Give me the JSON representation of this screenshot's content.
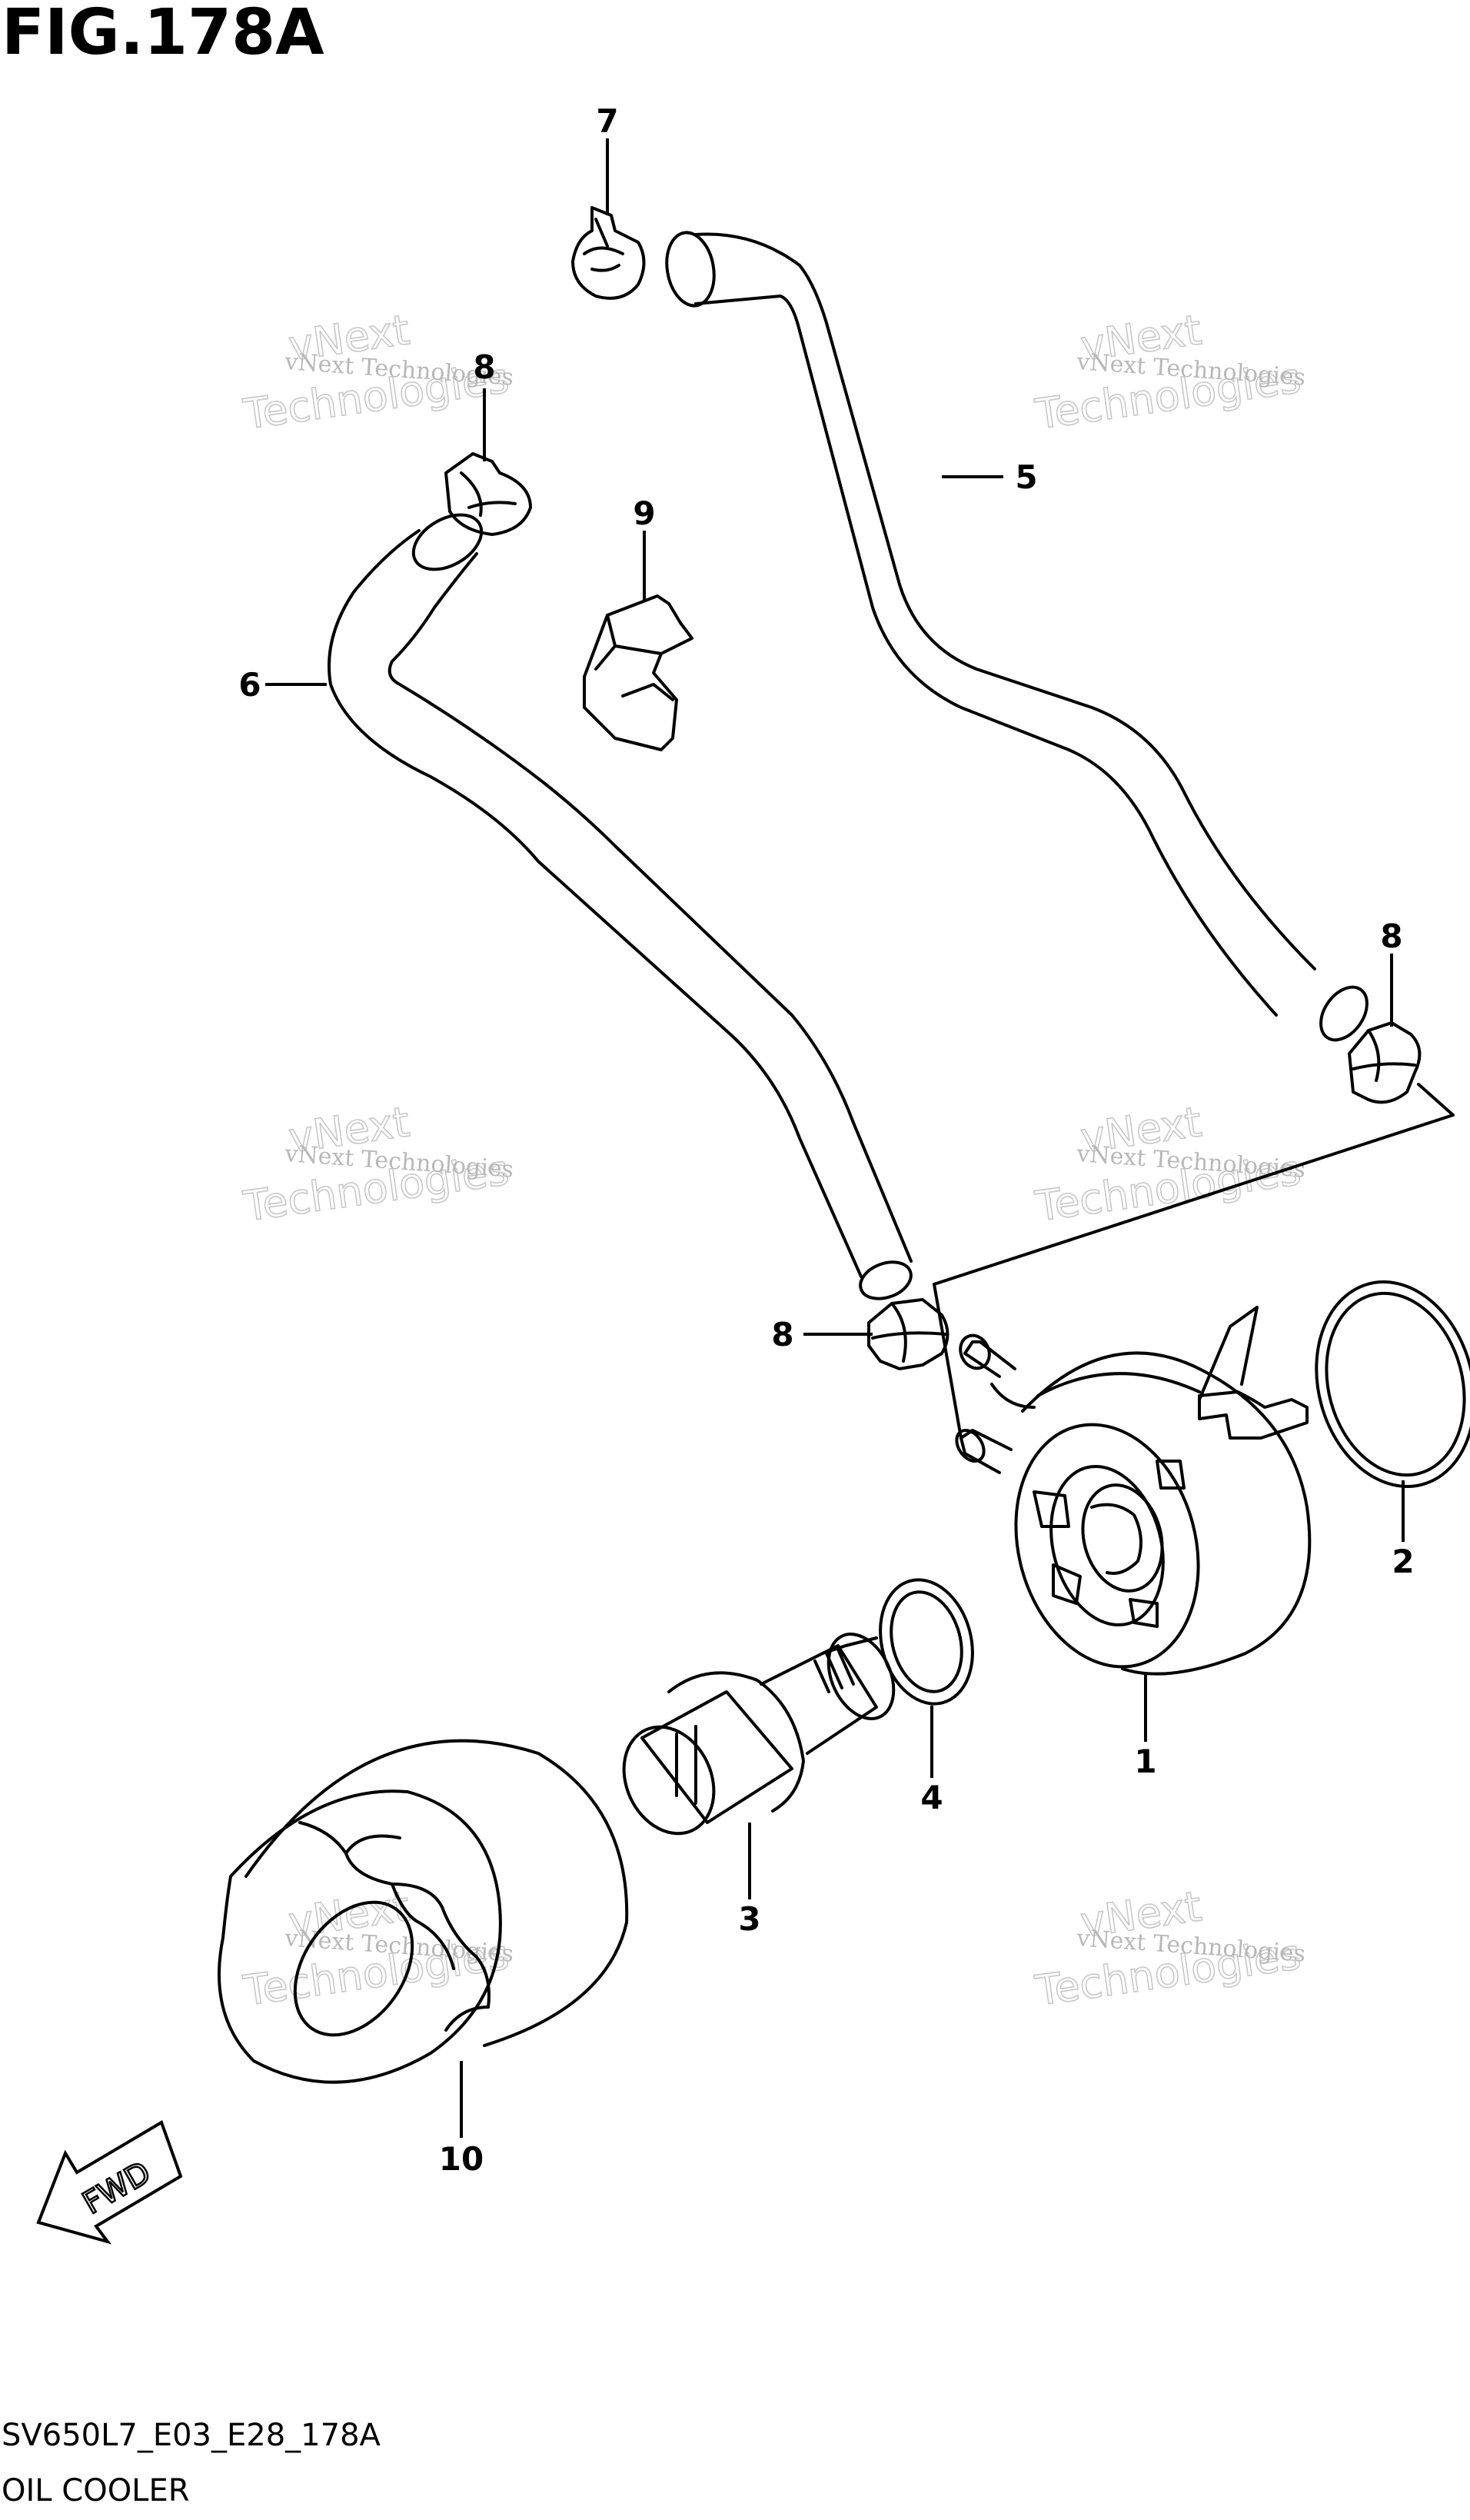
{
  "figure": {
    "title": "FIG.178A",
    "code": "SV650L7_E03_E28_178A",
    "name": "OIL COOLER"
  },
  "callouts": [
    {
      "id": "c7",
      "label": "7"
    },
    {
      "id": "c8a",
      "label": "8"
    },
    {
      "id": "c9",
      "label": "9"
    },
    {
      "id": "c5",
      "label": "5"
    },
    {
      "id": "c6",
      "label": "6"
    },
    {
      "id": "c8b",
      "label": "8"
    },
    {
      "id": "c8c",
      "label": "8"
    },
    {
      "id": "c2",
      "label": "2"
    },
    {
      "id": "c1",
      "label": "1"
    },
    {
      "id": "c4",
      "label": "4"
    },
    {
      "id": "c3",
      "label": "3"
    },
    {
      "id": "c10",
      "label": "10"
    }
  ],
  "watermark": {
    "line1": "vNext Technologies",
    "line2a": "vNext",
    "line2b": "Technologies"
  },
  "direction_marker": "FWD"
}
